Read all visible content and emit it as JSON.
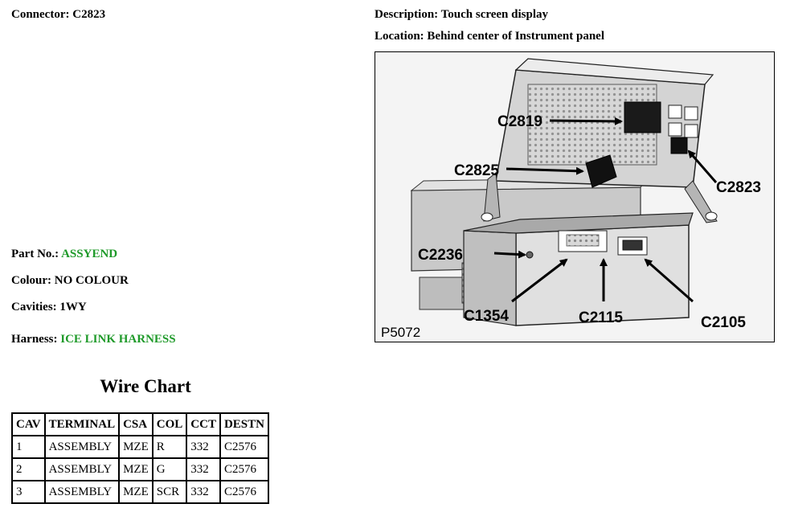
{
  "connector": {
    "label": "Connector:",
    "value": "C2823"
  },
  "description": {
    "label": "Description:",
    "value": "Touch screen display"
  },
  "location": {
    "label": "Location:",
    "value": "Behind center of Instrument panel"
  },
  "part_no": {
    "label": "Part No.:",
    "value": "ASSYEND"
  },
  "colour": {
    "label": "Colour:",
    "value": "NO COLOUR"
  },
  "cavities": {
    "label": "Cavities:",
    "value": "1WY"
  },
  "harness": {
    "label": "Harness:",
    "value": "ICE LINK HARNESS"
  },
  "link_color": "#1f9a2a",
  "wire_chart": {
    "title": "Wire Chart",
    "headers": [
      "CAV",
      "TERMINAL",
      "CSA",
      "COL",
      "CCT",
      "DESTN"
    ],
    "rows": [
      [
        "1",
        "ASSEMBLY",
        "MZE",
        "R",
        "332",
        "C2576"
      ],
      [
        "2",
        "ASSEMBLY",
        "MZE",
        "G",
        "332",
        "C2576"
      ],
      [
        "3",
        "ASSEMBLY",
        "MZE",
        "SCR",
        "332",
        "C2576"
      ]
    ]
  },
  "diagram": {
    "figure_id": "P5072",
    "callouts": {
      "c2819": "C2819",
      "c2825": "C2825",
      "c2823": "C2823",
      "c2236": "C2236",
      "c1354": "C1354",
      "c2115": "C2115",
      "c2105": "C2105"
    }
  }
}
